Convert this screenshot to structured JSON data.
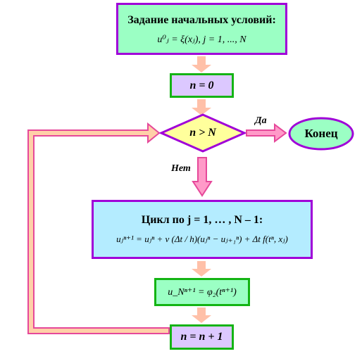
{
  "init": {
    "title": "Задание начальных условий:",
    "formula": "u⁰ⱼ = ξ(xⱼ),    j = 1, ..., N"
  },
  "init_n": "n = 0",
  "condition": "n > N",
  "yes_label": "Да",
  "no_label": "Нет",
  "end_label": "Конец",
  "cycle": {
    "title": "Цикл по j = 1, … , N – 1:",
    "formula": "uⱼⁿ⁺¹ = uⱼⁿ + v (Δt / h)(uⱼⁿ − uⱼ₊₁ⁿ) + Δt f(tⁿ, xⱼ)"
  },
  "boundary": "u_Nⁿ⁺¹ = φ₂(tⁿ⁺¹)",
  "increment": "n = n + 1",
  "colors": {
    "mint": "#9bffc4",
    "lavender": "#dcc8ff",
    "sky": "#b4ecff",
    "purple_border": "#a000d8",
    "green_border": "#14b414",
    "diamond_fill": "#ffff9c",
    "arrow_fill": "#ff9ac8",
    "arrow_stroke": "#e6489a",
    "loop_fill": "#ffd0a8"
  }
}
